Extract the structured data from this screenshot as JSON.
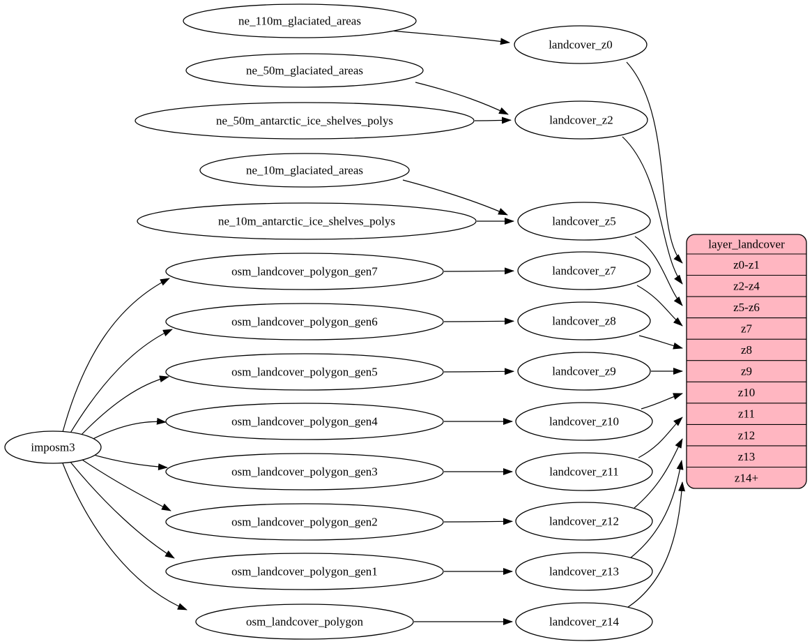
{
  "diagram_type": "graphviz-dependency-graph",
  "colors": {
    "background": "#ffffff",
    "node_fill": "#ffffff",
    "stroke": "#000000",
    "table_fill": "#ffb6c1"
  },
  "nodes": {
    "imposm3": "imposm3",
    "ne_110m_glaciated_areas": "ne_110m_glaciated_areas",
    "ne_50m_glaciated_areas": "ne_50m_glaciated_areas",
    "ne_50m_antarctic_ice_shelves_polys": "ne_50m_antarctic_ice_shelves_polys",
    "ne_10m_glaciated_areas": "ne_10m_glaciated_areas",
    "ne_10m_antarctic_ice_shelves_polys": "ne_10m_antarctic_ice_shelves_polys",
    "osm_landcover_polygon_gen7": "osm_landcover_polygon_gen7",
    "osm_landcover_polygon_gen6": "osm_landcover_polygon_gen6",
    "osm_landcover_polygon_gen5": "osm_landcover_polygon_gen5",
    "osm_landcover_polygon_gen4": "osm_landcover_polygon_gen4",
    "osm_landcover_polygon_gen3": "osm_landcover_polygon_gen3",
    "osm_landcover_polygon_gen2": "osm_landcover_polygon_gen2",
    "osm_landcover_polygon_gen1": "osm_landcover_polygon_gen1",
    "osm_landcover_polygon": "osm_landcover_polygon",
    "landcover_z0": "landcover_z0",
    "landcover_z2": "landcover_z2",
    "landcover_z5": "landcover_z5",
    "landcover_z7": "landcover_z7",
    "landcover_z8": "landcover_z8",
    "landcover_z9": "landcover_z9",
    "landcover_z10": "landcover_z10",
    "landcover_z11": "landcover_z11",
    "landcover_z12": "landcover_z12",
    "landcover_z13": "landcover_z13",
    "landcover_z14": "landcover_z14"
  },
  "table": {
    "title": "layer_landcover",
    "rows": [
      "z0-z1",
      "z2-z4",
      "z5-z6",
      "z7",
      "z8",
      "z9",
      "z10",
      "z11",
      "z12",
      "z13",
      "z14+"
    ]
  },
  "edges": [
    {
      "from": "ne_110m_glaciated_areas",
      "to": "landcover_z0"
    },
    {
      "from": "ne_50m_glaciated_areas",
      "to": "landcover_z2"
    },
    {
      "from": "ne_50m_antarctic_ice_shelves_polys",
      "to": "landcover_z2"
    },
    {
      "from": "ne_10m_glaciated_areas",
      "to": "landcover_z5"
    },
    {
      "from": "ne_10m_antarctic_ice_shelves_polys",
      "to": "landcover_z5"
    },
    {
      "from": "imposm3",
      "to": "osm_landcover_polygon_gen7"
    },
    {
      "from": "imposm3",
      "to": "osm_landcover_polygon_gen6"
    },
    {
      "from": "imposm3",
      "to": "osm_landcover_polygon_gen5"
    },
    {
      "from": "imposm3",
      "to": "osm_landcover_polygon_gen4"
    },
    {
      "from": "imposm3",
      "to": "osm_landcover_polygon_gen3"
    },
    {
      "from": "imposm3",
      "to": "osm_landcover_polygon_gen2"
    },
    {
      "from": "imposm3",
      "to": "osm_landcover_polygon_gen1"
    },
    {
      "from": "imposm3",
      "to": "osm_landcover_polygon"
    },
    {
      "from": "osm_landcover_polygon_gen7",
      "to": "landcover_z7"
    },
    {
      "from": "osm_landcover_polygon_gen6",
      "to": "landcover_z8"
    },
    {
      "from": "osm_landcover_polygon_gen5",
      "to": "landcover_z9"
    },
    {
      "from": "osm_landcover_polygon_gen4",
      "to": "landcover_z10"
    },
    {
      "from": "osm_landcover_polygon_gen3",
      "to": "landcover_z11"
    },
    {
      "from": "osm_landcover_polygon_gen2",
      "to": "landcover_z12"
    },
    {
      "from": "osm_landcover_polygon_gen1",
      "to": "landcover_z13"
    },
    {
      "from": "osm_landcover_polygon",
      "to": "landcover_z14"
    },
    {
      "from": "landcover_z0",
      "to": "layer_landcover:z0-z1"
    },
    {
      "from": "landcover_z2",
      "to": "layer_landcover:z2-z4"
    },
    {
      "from": "landcover_z5",
      "to": "layer_landcover:z5-z6"
    },
    {
      "from": "landcover_z7",
      "to": "layer_landcover:z7"
    },
    {
      "from": "landcover_z8",
      "to": "layer_landcover:z8"
    },
    {
      "from": "landcover_z9",
      "to": "layer_landcover:z9"
    },
    {
      "from": "landcover_z10",
      "to": "layer_landcover:z10"
    },
    {
      "from": "landcover_z11",
      "to": "layer_landcover:z11"
    },
    {
      "from": "landcover_z12",
      "to": "layer_landcover:z12"
    },
    {
      "from": "landcover_z13",
      "to": "layer_landcover:z13"
    },
    {
      "from": "landcover_z14",
      "to": "layer_landcover:z14+"
    }
  ]
}
